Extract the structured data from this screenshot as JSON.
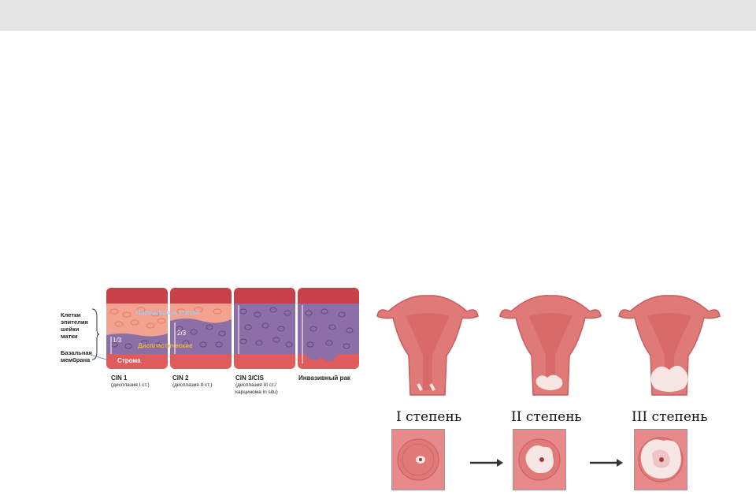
{
  "cin_figure": {
    "side_labels": {
      "cells": "Клетки\nэпителия\nшейки\nматки",
      "membrane": "Базальная\nмембрана"
    },
    "overlay": {
      "normal_cells": "Нормальные клетки",
      "dysplastic": "Диспластические",
      "stroma": "Строма",
      "third": "1/3",
      "two_thirds": "2/3"
    },
    "stages": [
      {
        "name": "CIN 1",
        "sub": "(дисплазия I ст.)"
      },
      {
        "name": "CIN 2",
        "sub": "(дисплазия II ст.)"
      },
      {
        "name": "CIN 3/CIS",
        "sub": "(дисплазия III ст./\nкарцинома in situ)"
      },
      {
        "name": "Инвазивный рак",
        "sub": ""
      }
    ],
    "colors": {
      "normal": "#f2a38f",
      "dysplastic": "#8b6fa6",
      "stroma": "#e05c5c",
      "top": "#c9404a"
    }
  },
  "grade_figure": {
    "grades": [
      "I степень",
      "II степень",
      "III степень"
    ],
    "colors": {
      "tissue": "#e07a78",
      "tissue_dark": "#c95c5e",
      "lesion": "#f6e6e4"
    }
  }
}
